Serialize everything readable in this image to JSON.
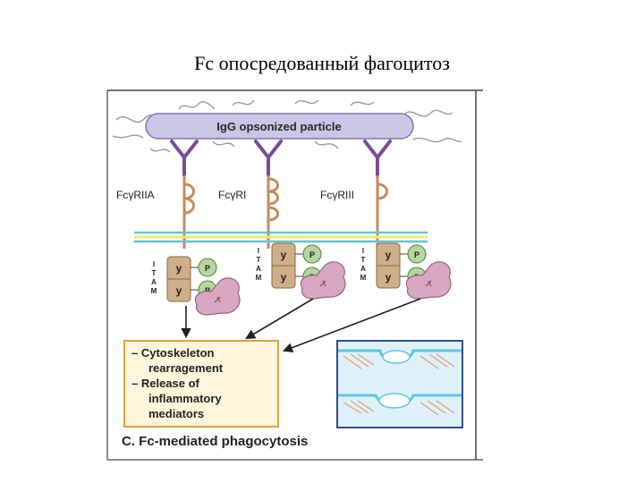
{
  "slide": {
    "title": "Fc опосредованный фагоцитоз"
  },
  "figure": {
    "particle_label": "IgG opsonized particle",
    "receptors": [
      "FcγRIIA",
      "FcγRI",
      "FcγRIII"
    ],
    "itam_letters": [
      "I",
      "T",
      "A",
      "M"
    ],
    "tyrosine_label": "y",
    "phospho_label": "P",
    "outcome_lines": [
      "– Cytoskeleton",
      "rearragement",
      "– Release of",
      "inflammatory",
      "mediators"
    ],
    "caption": "C. Fc-mediated phagocytosis"
  },
  "colors": {
    "particle": "#c9c6e6",
    "antibody": "#7b4a9e",
    "receptor": "#c98a5b",
    "membrane_yellow": "#f1ea72",
    "membrane_cyan": "#5ec6dc",
    "itam_box": "#cfae8a",
    "phospho": "#b5d69c",
    "kinase": "#d8a8c2",
    "outcome_border": "#e0a035",
    "outcome_fill": "#fff6dc",
    "inset_border": "#2e4f8a",
    "inset_bg": "#dff1f8"
  }
}
